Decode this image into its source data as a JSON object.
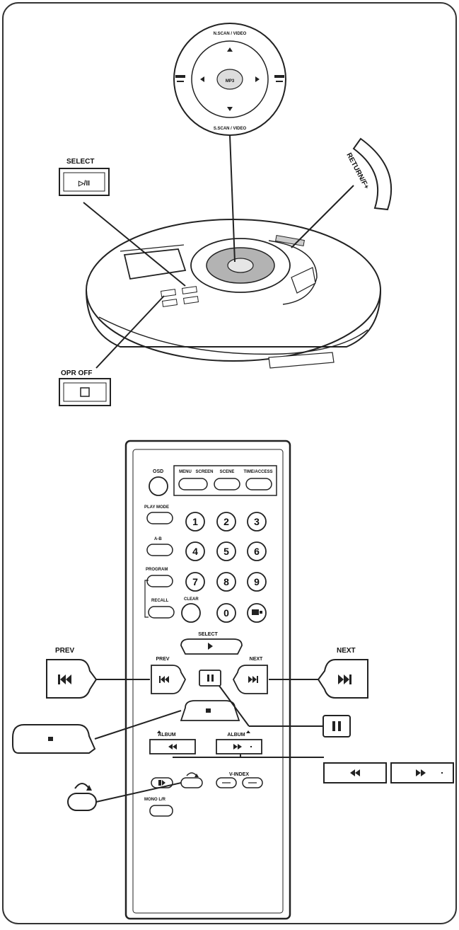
{
  "player": {
    "select_label": "SELECT",
    "play_pause_glyph": "▷/II",
    "return_label": "RETURN/F+",
    "opr_off_label": "OPR OFF",
    "stop_glyph": "□",
    "dial": {
      "center_label": "MP3",
      "top_text": "N.SCAN / VIDEO",
      "bottom_text": "S.SCAN / VIDEO"
    }
  },
  "remote": {
    "osd_label": "OSD",
    "top_buttons": [
      "MENU",
      "SCREEN",
      "SCENE",
      "TIME/ACCESS"
    ],
    "play_mode_label": "PLAY MODE",
    "ab_label": "A-B",
    "program_label": "PROGRAM",
    "recall_label": "RECALL",
    "clear_label": "CLEAR",
    "numbers": [
      "1",
      "2",
      "3",
      "4",
      "5",
      "6",
      "7",
      "8",
      "9",
      "0"
    ],
    "select_label": "SELECT",
    "prev_label": "PREV",
    "next_label": "NEXT",
    "album_down_label": "ALBUM",
    "album_up_label": "ALBUM",
    "v_index_label": "V-INDEX",
    "mono_label": "MONO L/R"
  },
  "callouts": {
    "prev_label": "PREV",
    "next_label": "NEXT"
  },
  "icons": {
    "prev": "skip-prev-icon",
    "next": "skip-next-icon",
    "pause": "pause-icon",
    "stop": "stop-icon",
    "rewind": "rewind-icon",
    "fast_forward": "fast-forward-icon",
    "return": "return-icon",
    "play": "play-icon"
  }
}
